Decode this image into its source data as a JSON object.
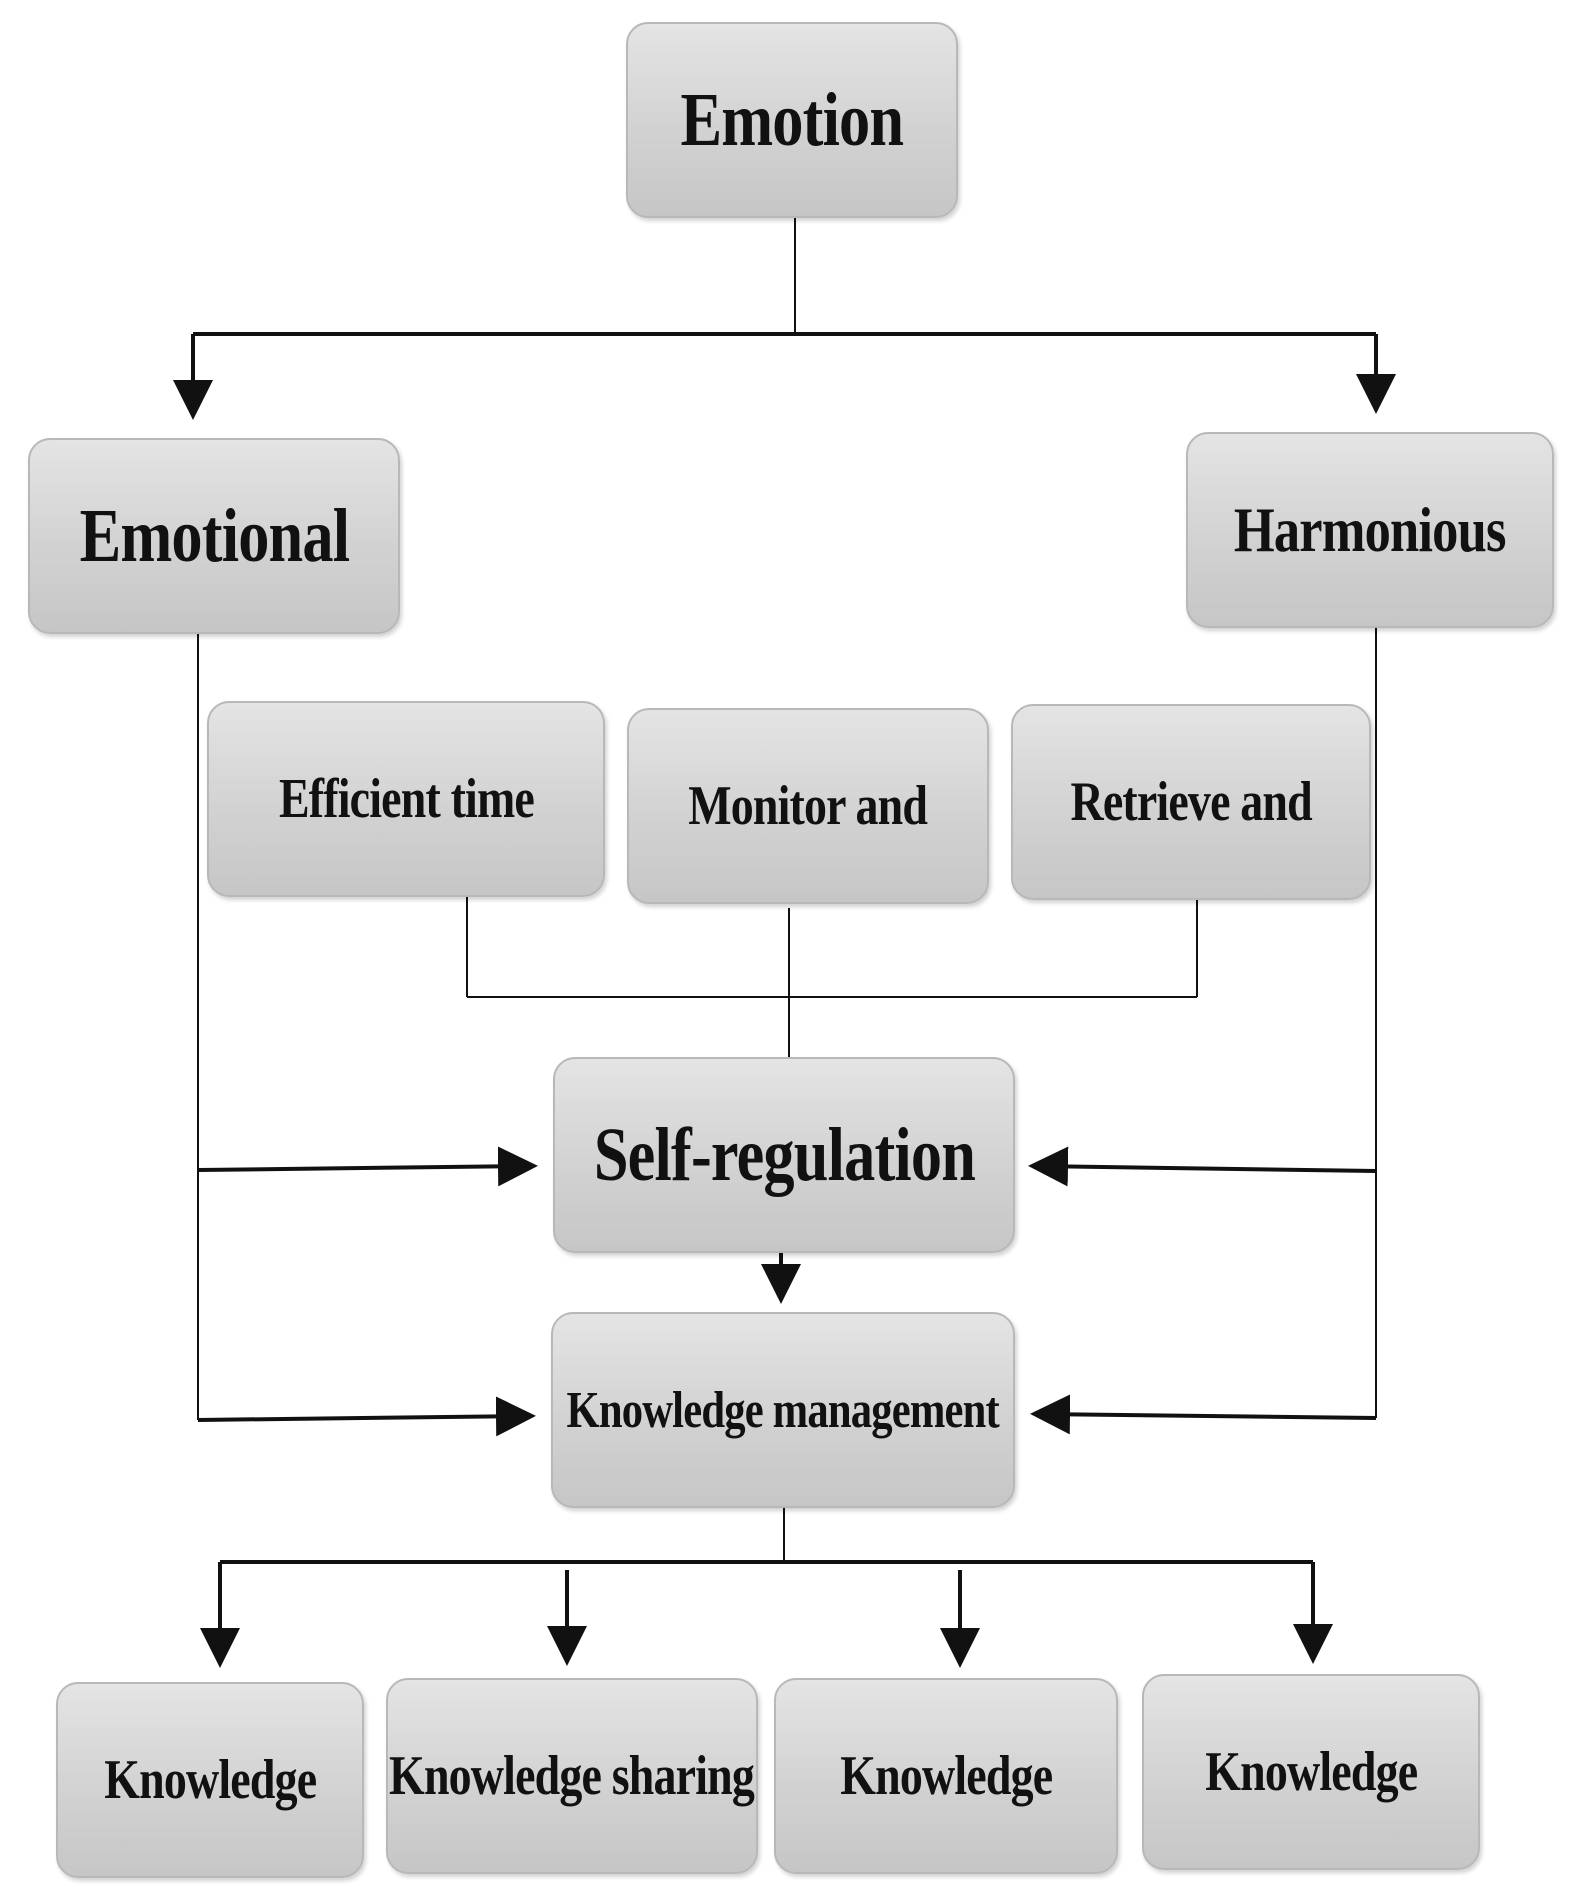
{
  "diagram": {
    "top": {
      "label": "Emotion"
    },
    "left_branch": {
      "label": "Emotional"
    },
    "right_branch": {
      "label": "Harmonious"
    },
    "strategies": [
      {
        "label": "Efficient time"
      },
      {
        "label": "Monitor and"
      },
      {
        "label": "Retrieve and"
      }
    ],
    "self_regulation": {
      "label": "Self-regulation"
    },
    "knowledge_management": {
      "label": "Knowledge management"
    },
    "outcomes": [
      {
        "label": "Knowledge"
      },
      {
        "label": "Knowledge sharing"
      },
      {
        "label": "Knowledge"
      },
      {
        "label": "Knowledge"
      }
    ],
    "colors": {
      "box_fill_top": "#e4e4e4",
      "box_fill_bottom": "#c6c6c6",
      "box_border": "#b8b8b8",
      "line": "#111111"
    }
  }
}
